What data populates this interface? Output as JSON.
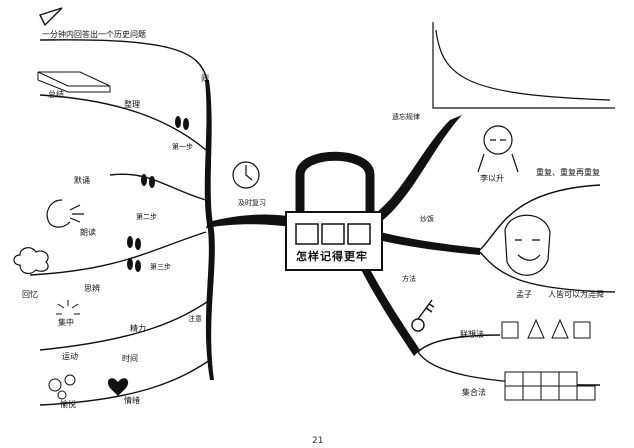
{
  "central": {
    "title": "怎样记得更牢",
    "icon": "padlock-icon"
  },
  "branches": {
    "step1": {
      "label": "第一步",
      "children": {
        "summary": "总结",
        "organize": "整理"
      }
    },
    "step2": {
      "label": "第二步",
      "children": {
        "recite": "默诵",
        "read_aloud": "朗读"
      }
    },
    "step3": {
      "label": "第三步",
      "children": {
        "digest": "回忆",
        "contemplate": "思辨"
      }
    },
    "timely_review": {
      "label": "及时复习",
      "icon": "clock-icon"
    },
    "attention": {
      "label": "注意",
      "children": {
        "focus": "集中",
        "energy": "精力",
        "exercise": "运动",
        "time": "时间",
        "relax": "愉悦",
        "calm": "情绪"
      }
    },
    "forgetting_curve": {
      "label": "遗忘规律",
      "icon": "forgetting-curve-icon"
    },
    "repetition": {
      "label": "炒饭",
      "children": {
        "person1": "李以升",
        "quote1": "重复、重复再重复",
        "person2": "孟子",
        "quote2": "人皆可以为尧舜"
      }
    },
    "method": {
      "label": "方法",
      "icon": "key-icon",
      "children": {
        "association": "联想法",
        "collection": "集合法"
      }
    },
    "top": {
      "label": "一分钟内回答出一个历史问题",
      "icon": "pen-icon"
    },
    "apex": "则"
  },
  "page_number": "21"
}
